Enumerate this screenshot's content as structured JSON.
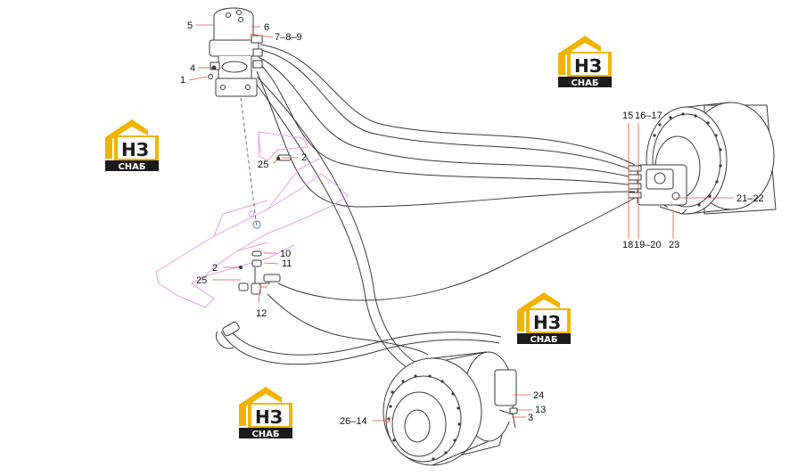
{
  "diagram": {
    "labels": {
      "l5": "5",
      "l6": "6",
      "l7": "7–8–9",
      "l4": "4",
      "l1": "1",
      "l25a": "25",
      "l2a": "2",
      "l10": "10",
      "l11": "11",
      "l2b": "2",
      "l25b": "25",
      "l12": "12",
      "l15": "15",
      "l16": "16–17",
      "l21": "21–22",
      "l18": "18",
      "l19": "19–20",
      "l23": "23",
      "l24": "24",
      "l13": "13",
      "l3": "3",
      "l26": "26–14"
    },
    "colors": {
      "line": "#3a3a3a",
      "leader": "#d9534f",
      "frame": "#e8a0e0",
      "logo_gold": "#f0b400",
      "logo_dark": "#1a1a1a"
    }
  },
  "watermarks": [
    {
      "top": "НЗ",
      "bottom": "СНАБ"
    },
    {
      "top": "НЗ",
      "bottom": "СНАБ"
    },
    {
      "top": "НЗ",
      "bottom": "СНАБ"
    },
    {
      "top": "НЗ",
      "bottom": "СНАБ"
    }
  ]
}
